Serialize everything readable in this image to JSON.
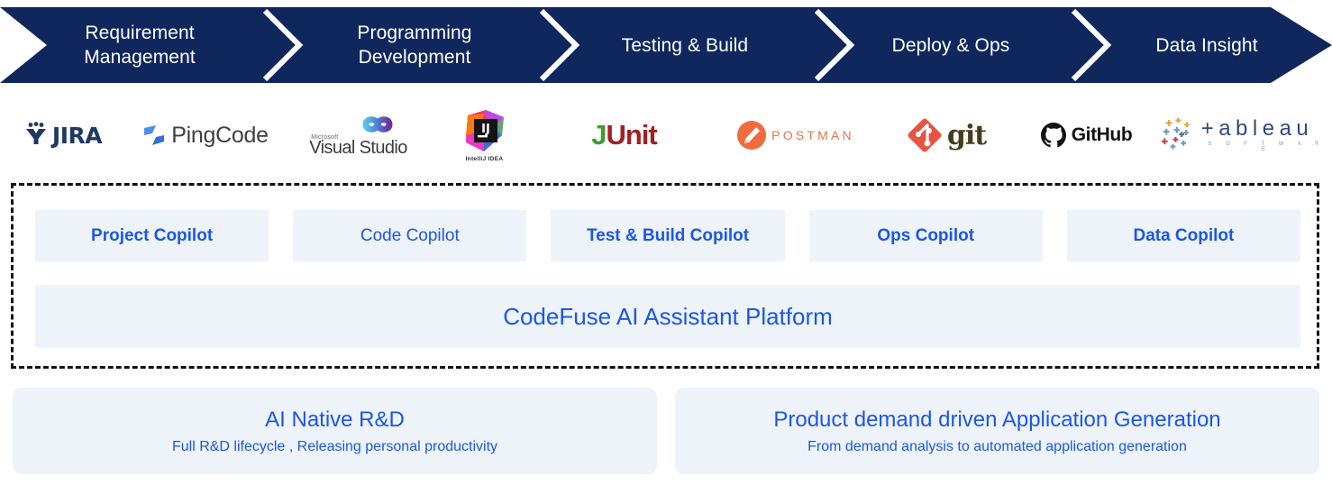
{
  "banner": {
    "accent_color": "#10275e",
    "text_color": "#ffffff",
    "stages": [
      {
        "id": "requirement-management",
        "line1": "Requirement",
        "line2": "Management"
      },
      {
        "id": "programming-development",
        "line1": "Programming",
        "line2": "Development"
      },
      {
        "id": "testing-build",
        "line1": "Testing & Build",
        "line2": ""
      },
      {
        "id": "deploy-ops",
        "line1": "Deploy & Ops",
        "line2": ""
      },
      {
        "id": "data-insight",
        "line1": "Data Insight",
        "line2": ""
      }
    ]
  },
  "logos": [
    {
      "id": "jira",
      "name": "JIRA",
      "icon": "jira-icon",
      "color": "#1f3864"
    },
    {
      "id": "pingcode",
      "name": "PingCode",
      "icon": "pingcode-icon",
      "color": "#3f4044"
    },
    {
      "id": "visual-studio",
      "name": "Visual Studio",
      "vendor": "Microsoft",
      "icon": "visual-studio-infinity-icon",
      "color": "#3c3c41"
    },
    {
      "id": "intellij-idea",
      "name": "IntelliJ IDEA",
      "mark": "IJ",
      "icon": "intellij-idea-icon",
      "color": "#2b2b2b"
    },
    {
      "id": "junit",
      "name": "JUnit",
      "name_part1": "J",
      "name_part2": "Unit",
      "icon": "junit-icon",
      "color": "#a41e22"
    },
    {
      "id": "postman",
      "name": "POSTMAN",
      "icon": "postman-icon",
      "color": "#e8734a"
    },
    {
      "id": "git",
      "name": "git",
      "icon": "git-icon",
      "color": "#483c1e"
    },
    {
      "id": "github",
      "name": "GitHub",
      "icon": "github-octocat-icon",
      "color": "#121212"
    },
    {
      "id": "tableau",
      "name": "+ableau",
      "sub": "S O F T W A R E",
      "icon": "tableau-icon",
      "color": "#31497e"
    }
  ],
  "platform": {
    "accent_color": "#1b57e8",
    "surface_color": "#eef2f9",
    "copilots": [
      {
        "id": "project-copilot",
        "label": "Project Copilot",
        "bold": true
      },
      {
        "id": "code-copilot",
        "label": "Code Copilot",
        "bold": false
      },
      {
        "id": "test-build-copilot",
        "label": "Test & Build Copilot",
        "bold": true
      },
      {
        "id": "ops-copilot",
        "label": "Ops Copilot",
        "bold": true
      },
      {
        "id": "data-copilot",
        "label": "Data Copilot",
        "bold": true
      }
    ],
    "platform_label": "CodeFuse AI Assistant Platform"
  },
  "cards": [
    {
      "id": "ai-native-rnd",
      "title": "AI Native R&D",
      "subtitle": "Full R&D lifecycle , Releasing personal productivity"
    },
    {
      "id": "product-demand-driven",
      "title": "Product demand driven Application Generation",
      "subtitle": "From demand analysis to automated application generation"
    }
  ]
}
